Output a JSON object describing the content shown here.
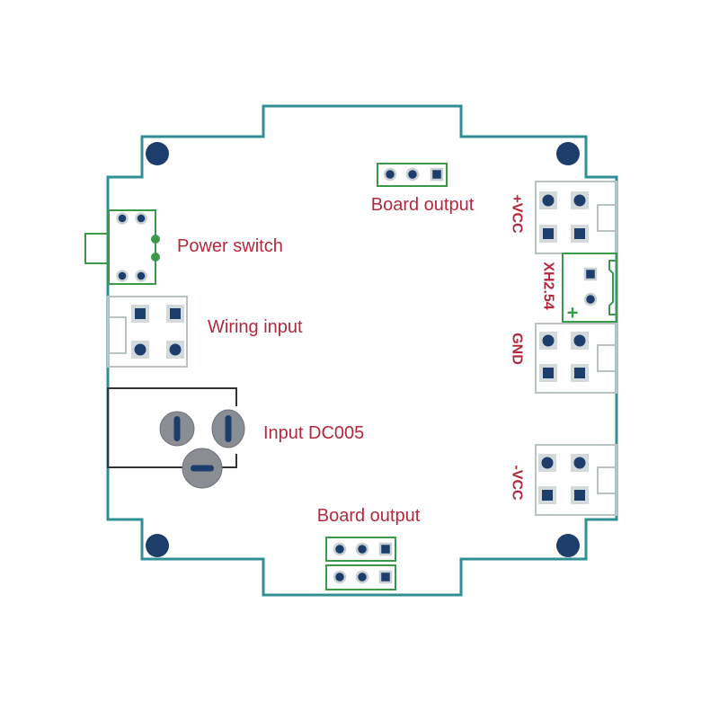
{
  "labels": {
    "board_output_top": "Board output",
    "power_switch": "Power switch",
    "wiring_input": "Wiring input",
    "input_dc005": "Input DC005",
    "board_output_bottom": "Board output",
    "plus_vcc": "+VCC",
    "xh254": "XH2.54",
    "gnd": "GND",
    "minus_vcc": "-VCC",
    "plus_sign": "+"
  },
  "colors": {
    "board_outline": "#2f8f93",
    "label_text": "#b5283c",
    "pad": "#1d3d6b",
    "silkscreen_green": "#3a9a4a",
    "terminal_outline": "#b8c4c4",
    "dc005_body": "#8a8d93"
  }
}
